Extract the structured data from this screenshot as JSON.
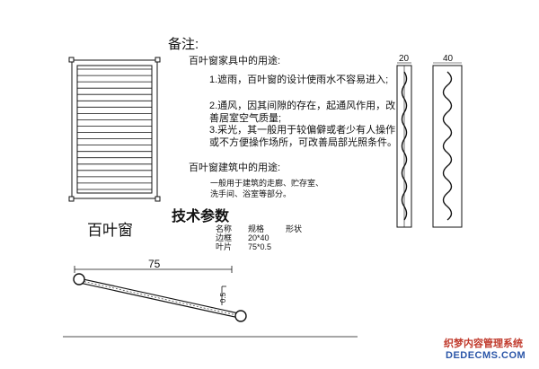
{
  "notes": {
    "title": "备注:",
    "furniture_heading": "百叶窗家具中的用途:",
    "item1": "1.遮雨，百叶窗的设计使雨水不容易进入;",
    "item2": "2.通风，因其间隙的存在，起通风作用，改善居室空气质量;",
    "item3": "3.采光，其一般用于较偏僻或者少有人操作或不方便操作场所，可改善局部光照条件。",
    "building_heading": "百叶窗建筑中的用途:",
    "building_body": "一般用于建筑的走廊、贮存室、洗手间、浴室等部分。"
  },
  "specs": {
    "title": "技术参数",
    "headers": [
      "名称",
      "规格",
      "形状"
    ],
    "rows": [
      [
        "边框",
        "20*40"
      ],
      [
        "叶片",
        "75*0.5"
      ]
    ]
  },
  "window": {
    "caption": "百叶窗",
    "slat_count": 20
  },
  "dimensions": {
    "frame_a": "20",
    "frame_b": "40",
    "slat_width": "75",
    "slat_thickness": "0.5"
  },
  "watermark": {
    "line1": "织梦内容管理系统",
    "line2": "DEDECMS.COM"
  },
  "colors": {
    "line": "#111111",
    "watermark_red": "#c0392b",
    "watermark_blue": "#2b56a8"
  }
}
